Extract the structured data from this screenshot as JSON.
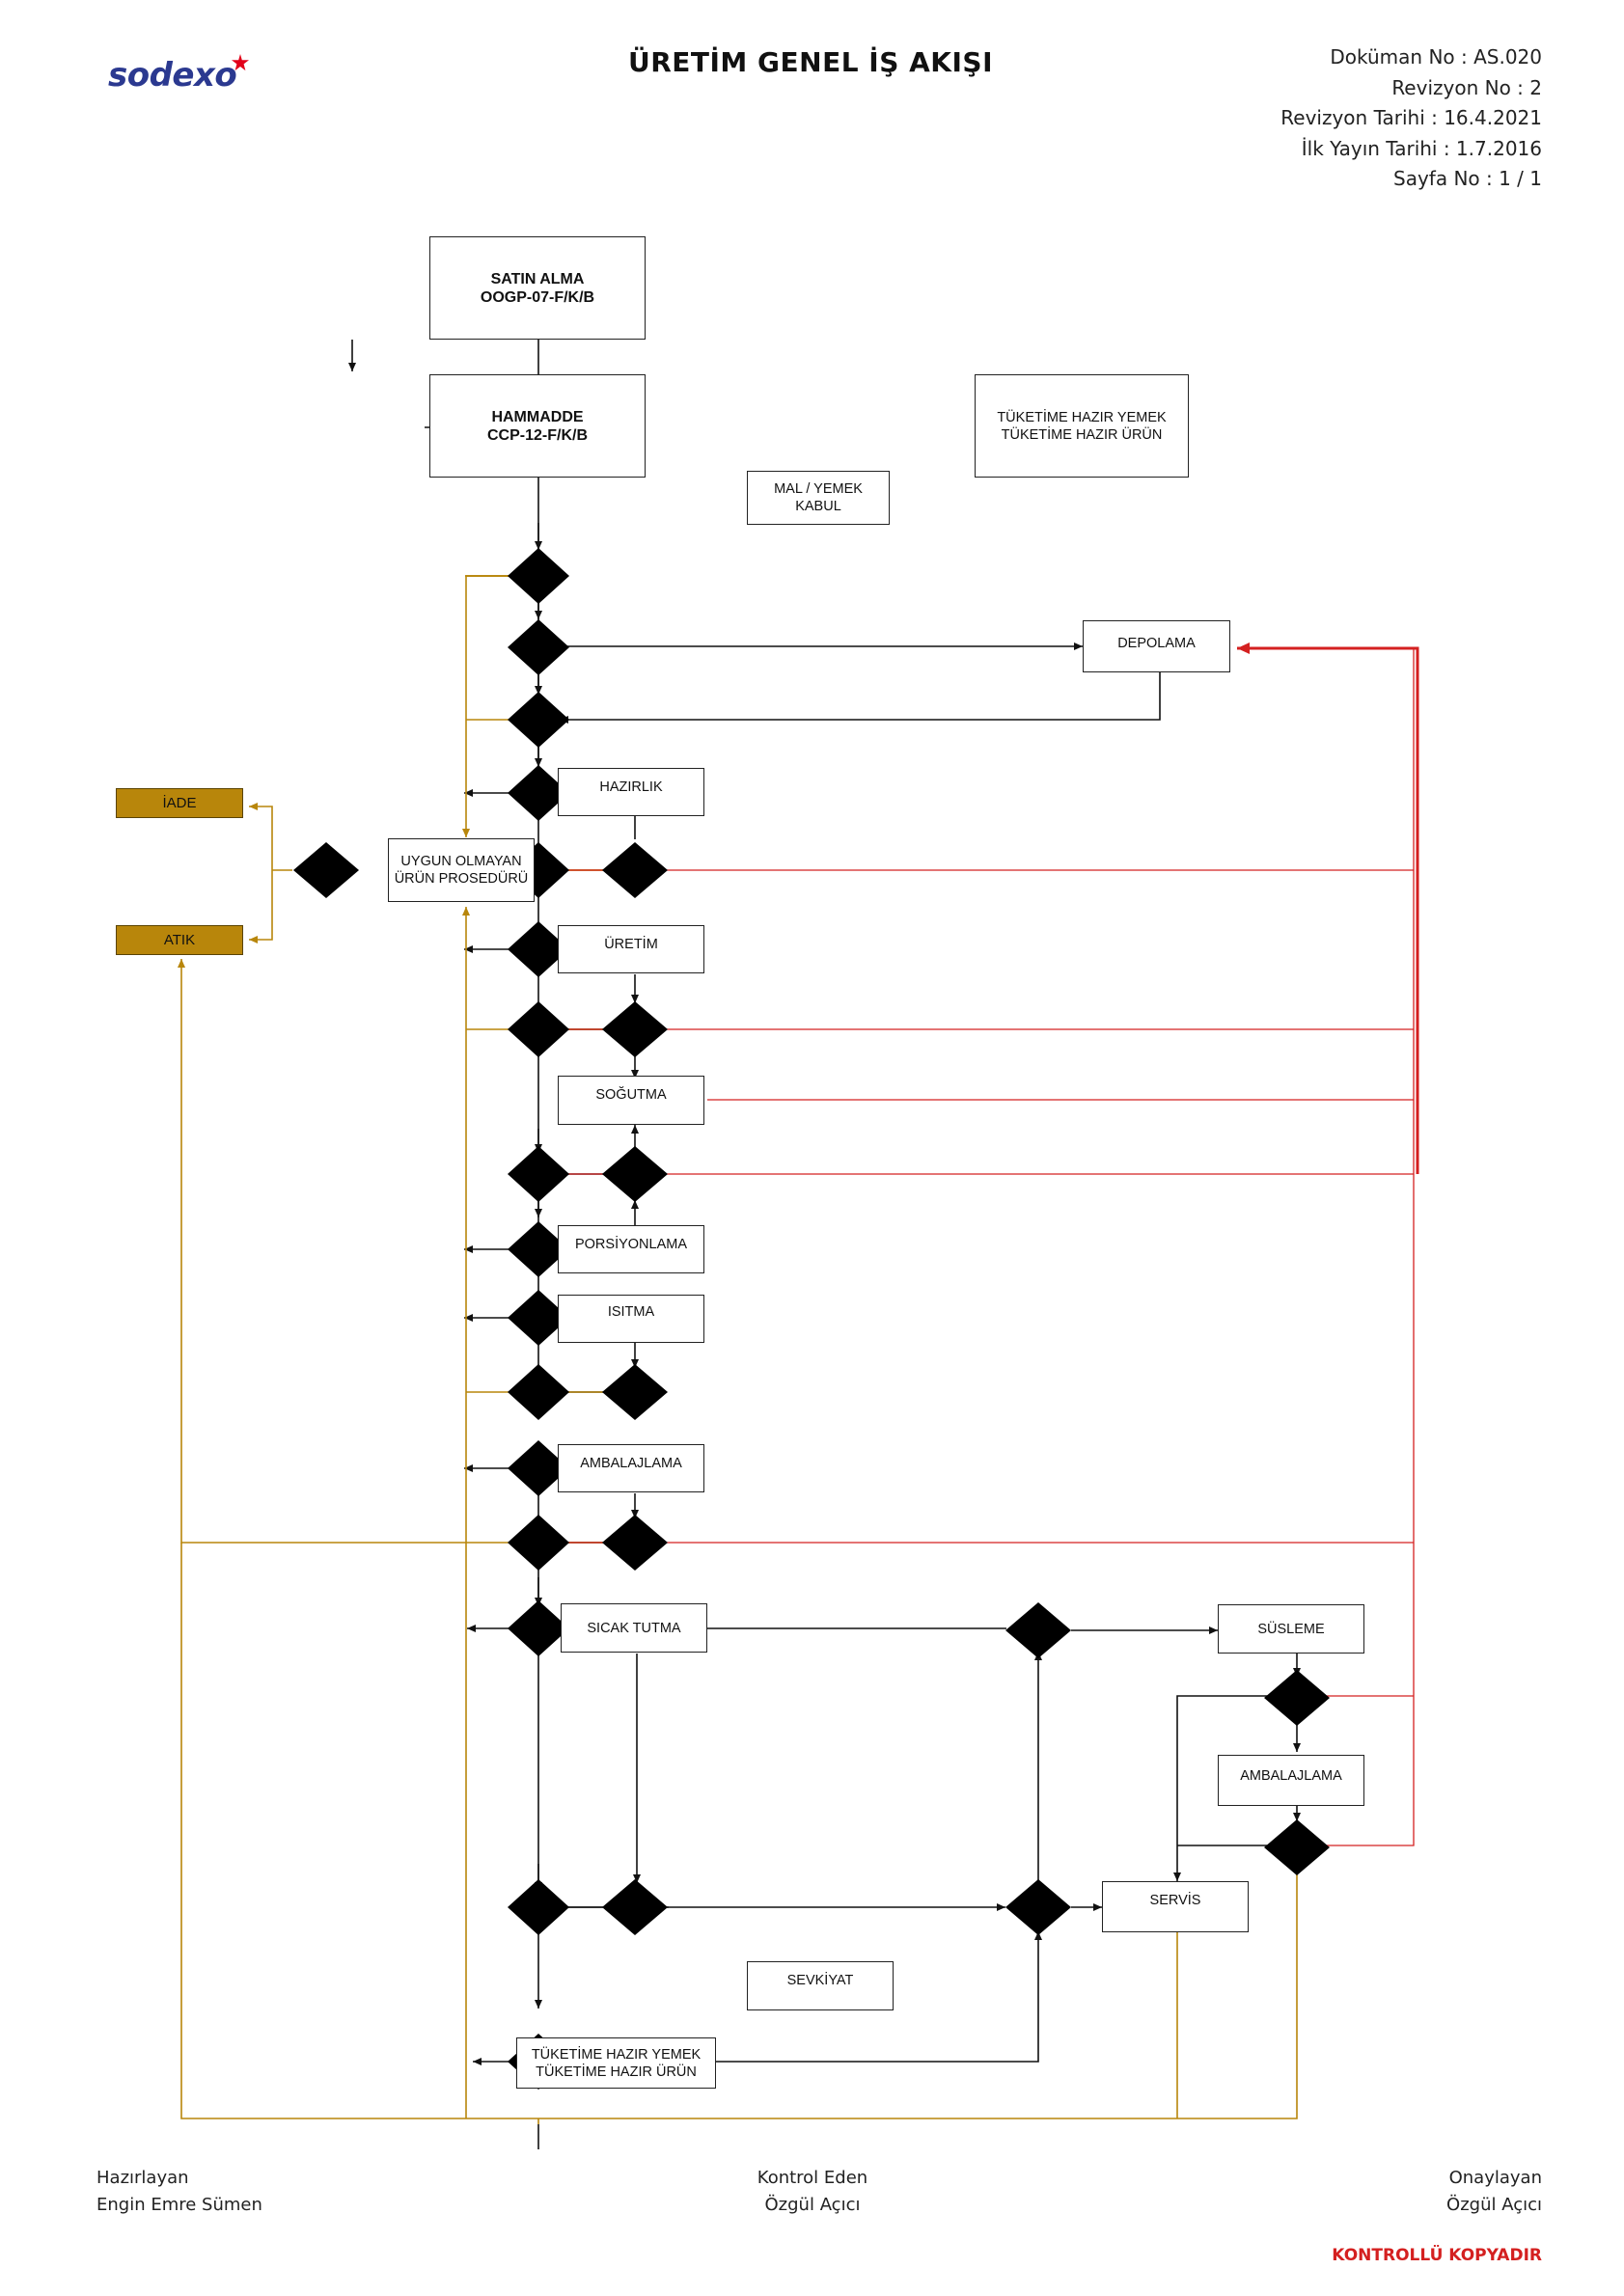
{
  "header": {
    "logo_text": "sodexo",
    "title": "ÜRETİM GENEL İŞ AKIŞI",
    "doc_info": [
      "Doküman No : AS.020",
      "Revizyon No : 2",
      "Revizyon Tarihi : 16.4.2021",
      "İlk Yayın Tarihi : 1.7.2016",
      "Sayfa No : 1 / 1"
    ]
  },
  "flow": {
    "satin_alma": [
      "SATIN ALMA",
      "OOGP-07-F/K/B"
    ],
    "hammadde": [
      "HAMMADDE",
      "CCP-12-F/K/B"
    ],
    "tuketime_hazir_top": [
      "TÜKETİME HAZIR YEMEK",
      "TÜKETİME HAZIR ÜRÜN"
    ],
    "mal_kabul": [
      "MAL / YEMEK",
      "KABUL"
    ],
    "depolama": "DEPOLAMA",
    "hazirlik": "HAZIRLIK",
    "uygun_olmayan": [
      "UYGUN OLMAYAN",
      "ÜRÜN PROSEDÜRÜ"
    ],
    "iade": "İADE",
    "atik": "ATIK",
    "uretim": "ÜRETİM",
    "sogutma": "SOĞUTMA",
    "porsiyonlama": "PORSİYONLAMA",
    "isitma": "ISITMA",
    "ambalajlama_1": "AMBALAJLAMA",
    "sicak_tutma": "SICAK TUTMA",
    "susleme": "SÜSLEME",
    "ambalajlama_2": "AMBALAJLAMA",
    "servis": "SERVİS",
    "sevkiyat": "SEVKİYAT",
    "tuketime_hazir_bottom": [
      "TÜKETİME HAZIR YEMEK",
      "TÜKETİME HAZIR ÜRÜN"
    ]
  },
  "footer": {
    "prepared_label": "Hazırlayan",
    "prepared_name": "Engin Emre Sümen",
    "checked_label": "Kontrol Eden",
    "checked_name": "Özgül Açıcı",
    "approved_label": "Onaylayan",
    "approved_name": "Özgül Açıcı",
    "controlled_copy": "KONTROLLÜ KOPYADIR"
  },
  "colors": {
    "logo_blue": "#2b3990",
    "logo_star": "#e2001a",
    "gold": "#b8860b",
    "red": "#d42020",
    "black": "#111111"
  }
}
